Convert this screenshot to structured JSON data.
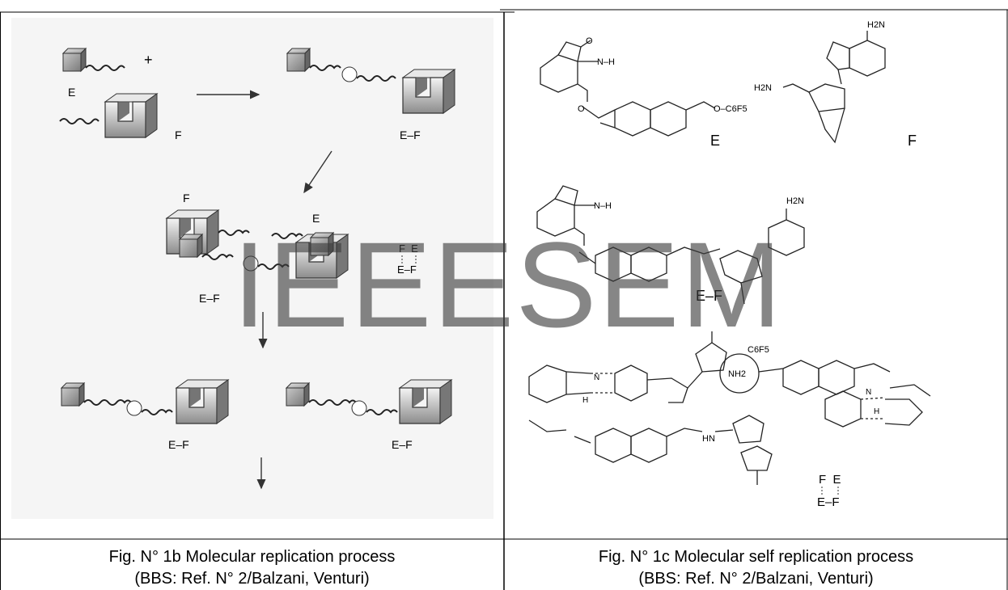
{
  "watermark": "IEEESEM",
  "left_panel": {
    "label_E": "E",
    "label_F": "F",
    "label_plus": "+",
    "label_EF_1": "E–F",
    "label_F_top": "F",
    "label_E_top": "E",
    "label_EF_2": "E–F",
    "scheme_top": "F  E",
    "scheme_bottom": "E–F",
    "label_EF_3": "E–F",
    "label_EF_4": "E–F"
  },
  "right_panel": {
    "label_E": "E",
    "label_F": "F",
    "label_EF": "E–F",
    "nh": "N–H",
    "o": "O",
    "c6f5": "O–C6F5",
    "h2n": "H2N",
    "nh2": "NH2",
    "n": "N",
    "h": "H",
    "hn": "HN",
    "c6f5_b": "C6F5",
    "scheme_top": "F  E",
    "scheme_bottom": "E–F"
  },
  "captions": {
    "left_line1": "Fig. N° 1b Molecular replication process",
    "left_line2": "(BBS: Ref. N° 2/Balzani, Venturi)",
    "right_line1": "Fig. N° 1c Molecular self replication process",
    "right_line2": "(BBS: Ref. N° 2/Balzani, Venturi)"
  }
}
